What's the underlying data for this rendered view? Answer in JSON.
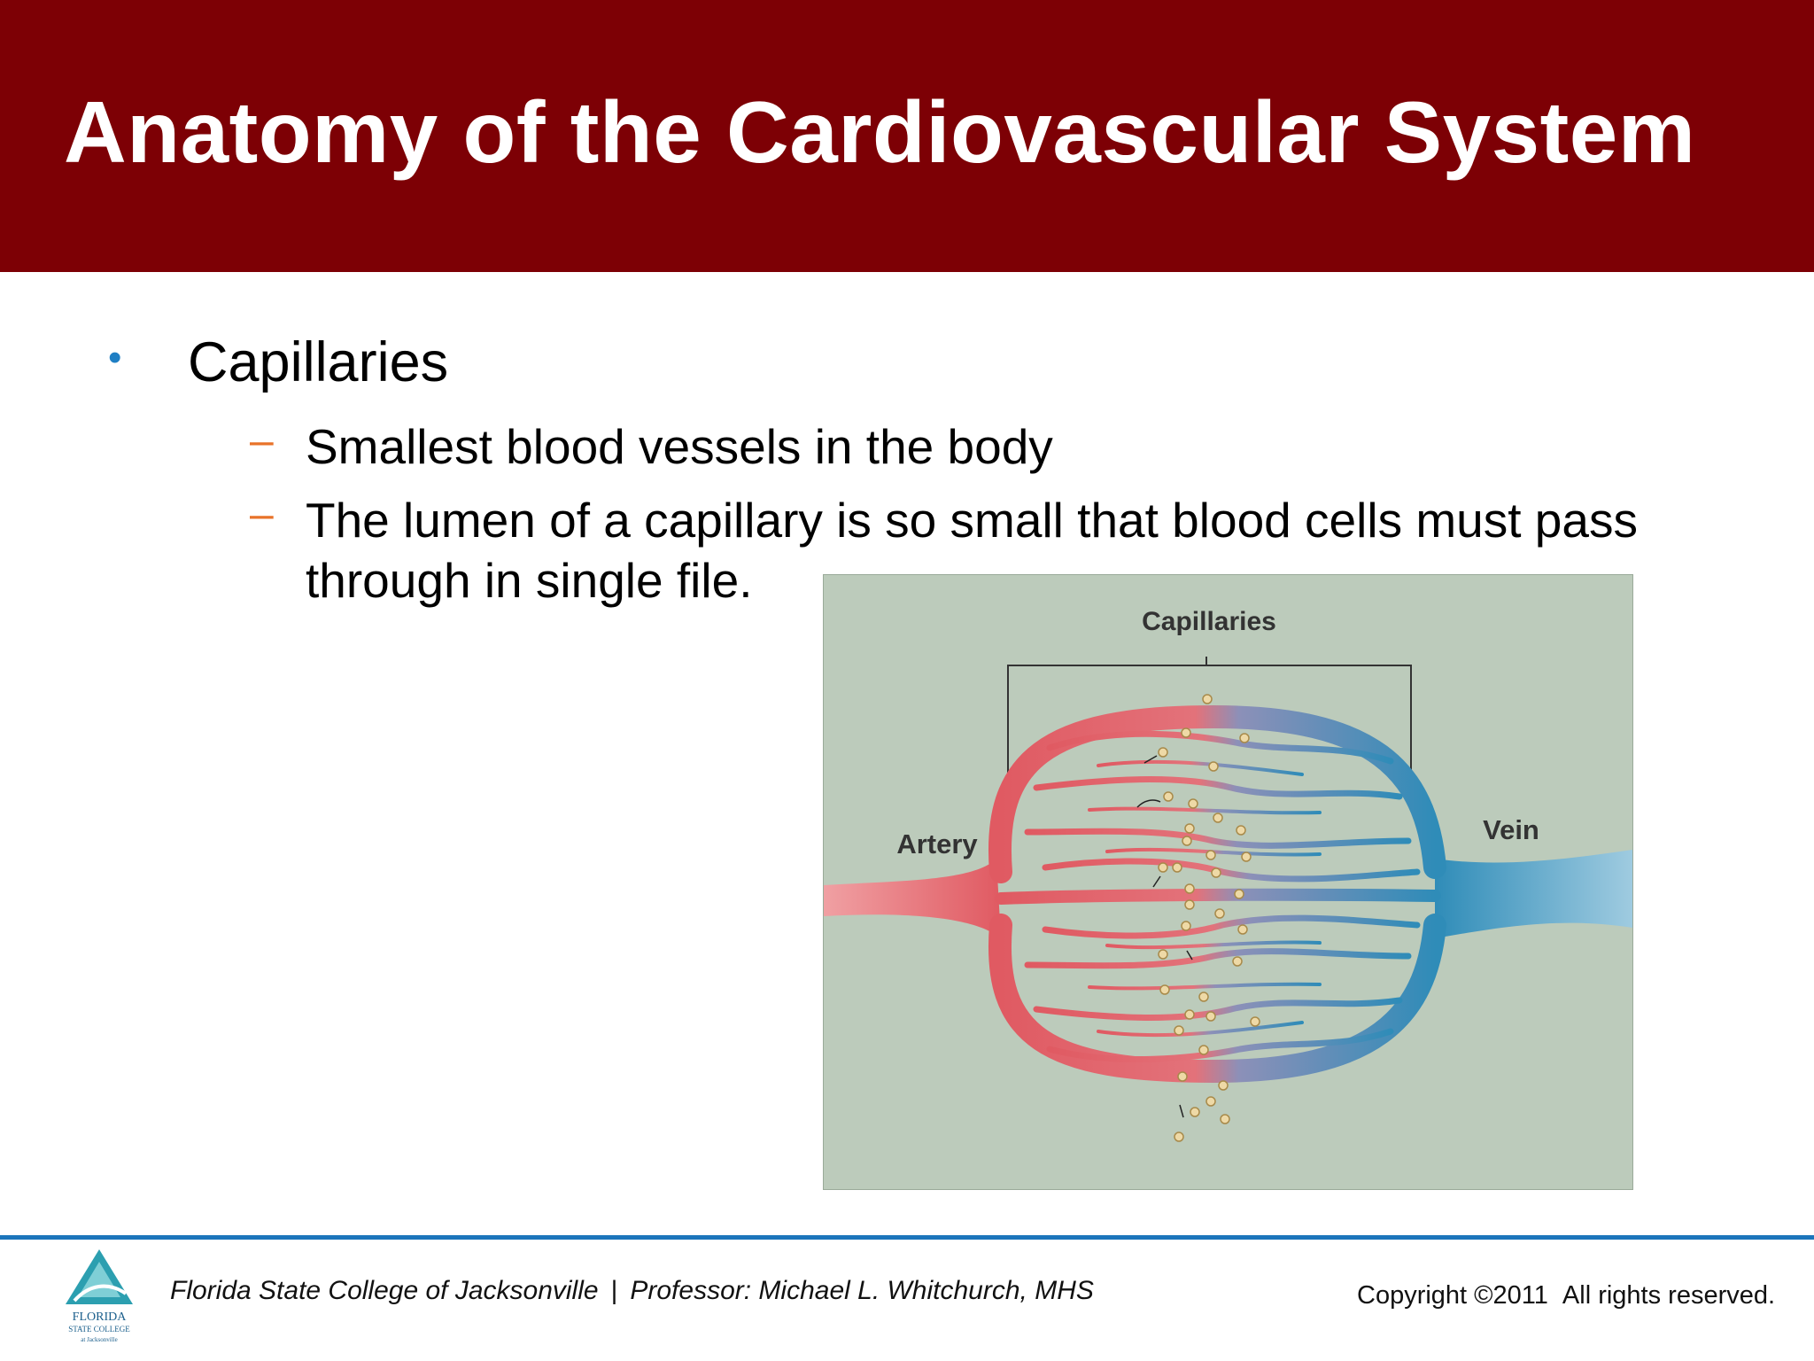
{
  "slide": {
    "title": "Anatomy of the Cardiovascular System",
    "bullet": "Capillaries",
    "sub_bullets": [
      "Smallest blood vessels in the body",
      "The lumen of a capillary is so small that blood cells must pass through in single file."
    ]
  },
  "figure": {
    "label_capillaries": "Capillaries",
    "label_artery": "Artery",
    "label_vein": "Vein",
    "colors": {
      "artery": "#e05a62",
      "vein": "#2f8cb8",
      "background": "#bccbbb",
      "cell": "#e8d29a"
    }
  },
  "footer": {
    "institution": "Florida State College of Jacksonville",
    "separator": "|",
    "professor": "Professor: Michael L. Whitchurch, MHS",
    "copyright": "Copyright ©2011",
    "rights": "All rights reserved.",
    "logo_line1": "FLORIDA",
    "logo_line2": "STATE COLLEGE",
    "logo_line3": "at Jacksonville"
  }
}
